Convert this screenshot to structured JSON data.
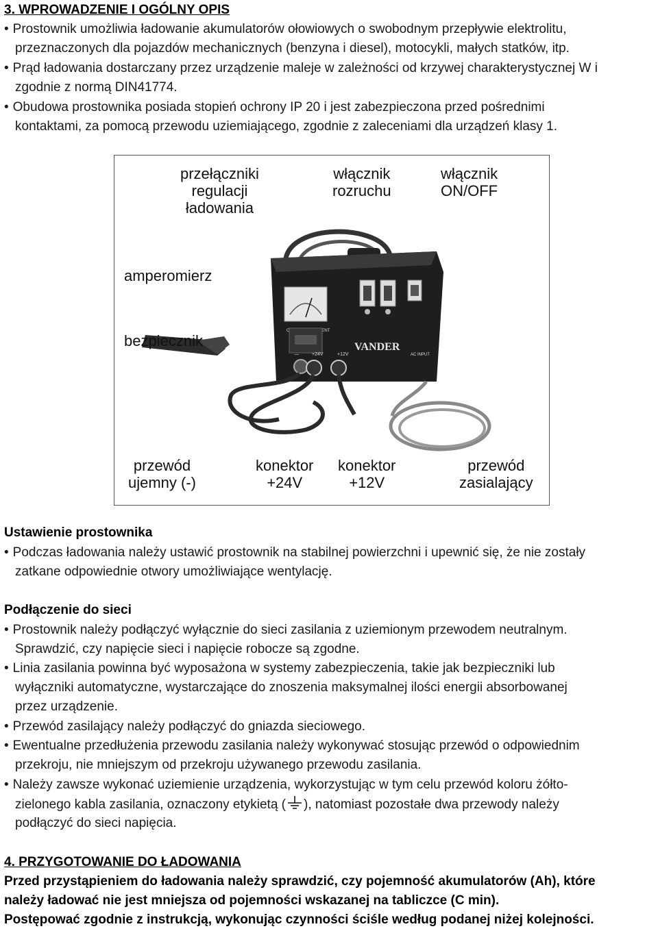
{
  "section3": {
    "title": "3. WPROWADZENIE I OGÓLNY OPIS",
    "bullets": [
      [
        "Prostownik umożliwia ładowanie akumulatorów ołowiowych o swobodnym przepływie elektrolitu,",
        "przeznaczonych dla pojazdów mechanicznych (benzyna i diesel), motocykli, małych statków, itp."
      ],
      [
        "Prąd ładowania dostarczany przez urządzenie maleje w zależności od krzywej charakterystycznej W i",
        "zgodnie z normą DIN41774."
      ],
      [
        "Obudowa prostownika posiada stopień ochrony IP 20 i jest zabezpieczona przed pośrednimi",
        "kontaktami, za pomocą przewodu uziemiającego, zgodnie z zaleceniami dla urządzeń klasy 1."
      ]
    ]
  },
  "figure": {
    "labels": {
      "regulation_switches": [
        "przełączniki",
        "regulacji",
        "ładowania"
      ],
      "start_switch": [
        "włącznik",
        "rozruchu"
      ],
      "onoff_switch": [
        "włącznik",
        "ON/OFF"
      ],
      "ammeter": "amperomierz",
      "fuse": "bezpiecznik",
      "negative_cable": [
        "przewód",
        "ujemny (-)"
      ],
      "connector_24": [
        "konektor",
        "+24V"
      ],
      "connector_12": [
        "konektor",
        "+12V"
      ],
      "power_cable": [
        "przewód",
        "zasialający"
      ]
    },
    "device": {
      "brand": "VANDER",
      "meter_caption": "CHARGING CURRENT",
      "minus": "—",
      "plus24": "+24V",
      "plus12": "+12V",
      "ac": "AC INPUT"
    }
  },
  "setup": {
    "heading": "Ustawienie prostownika",
    "bullets": [
      [
        "Podczas ładowania należy ustawić prostownik na stabilnej powierzchni i upewnić się, że nie zostały",
        "zatkane odpowiednie otwory umożliwiające wentylację."
      ]
    ]
  },
  "mains": {
    "heading": "Podłączenie do sieci",
    "bullets": [
      [
        "Prostownik należy podłączyć wyłącznie do sieci zasilania z uziemionym przewodem neutralnym.",
        "Sprawdzić, czy napięcie sieci i napięcie robocze są zgodne."
      ],
      [
        "Linia zasilania powinna być wyposażona w systemy zabezpieczenia, takie jak bezpieczniki lub",
        "wyłączniki automatyczne, wystarczające do znoszenia maksymalnej ilości energii absorbowanej",
        "przez urządzenie."
      ],
      [
        "Przewód zasilający należy podłączyć do gniazda sieciowego."
      ],
      [
        "Ewentualne przedłużenia przewodu zasilania należy wykonywać stosując przewód o odpowiednim",
        "przekroju, nie mniejszym od przekroju używanego przewodu zasilania."
      ]
    ],
    "ground": {
      "line1": "Należy zawsze wykonać uziemienie urządzenia, wykorzystując w tym celu przewód koloru żółto-",
      "line2_before": "zielonego kabla zasilania, oznaczony etykietą (",
      "line2_after": "), natomiast pozostałe dwa przewody należy",
      "line3": "podłączyć do sieci napięcia."
    }
  },
  "section4": {
    "title": "4. PRZYGOTOWANIE DO ŁADOWANIA",
    "lines": [
      "Przed przystąpieniem do ładowania należy sprawdzić, czy pojemność akumulatorów (Ah), które",
      "należy ładować nie jest mniejsza od pojemności wskazanej na tabliczce (C min).",
      "Postępować zgodnie z instrukcją, wykonując czynności ściśle według podanej niżej kolejności."
    ]
  }
}
